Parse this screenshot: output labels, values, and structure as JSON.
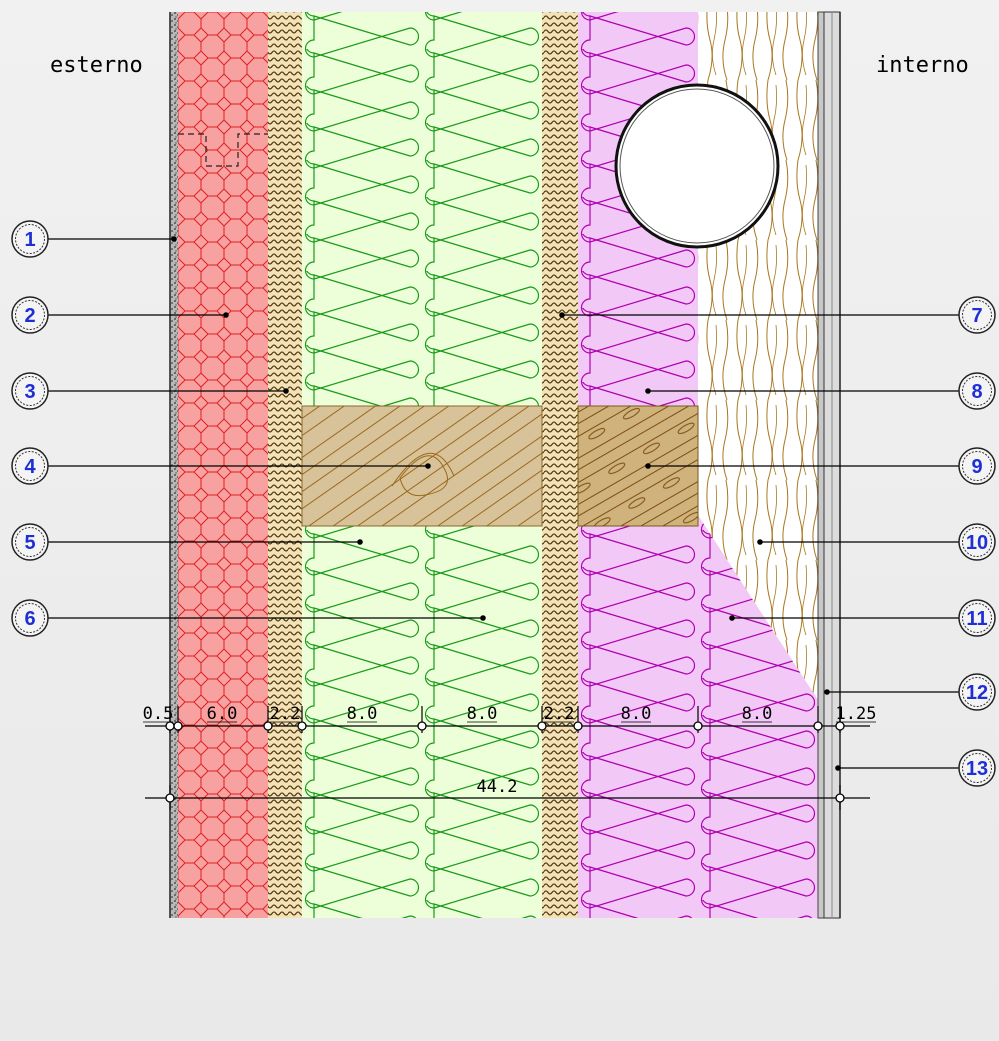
{
  "labels": {
    "exterior": "esterno",
    "interior": "interno"
  },
  "callouts": [
    "1",
    "2",
    "3",
    "4",
    "5",
    "6",
    "7",
    "8",
    "9",
    "10",
    "11",
    "12",
    "13"
  ],
  "dimensions": {
    "segments": [
      "0.5",
      "6.0",
      "2.2",
      "8.0",
      "8.0",
      "2.2",
      "8.0",
      "8.0",
      "1.25"
    ],
    "total": "44.2"
  },
  "colors": {
    "brick": "#f7a1a1",
    "brick_line": "#e02020",
    "fibre_board": "#f2e2b8",
    "fibre_line": "#5a3a10",
    "wood_fibre_insulation": "#ecffd9",
    "wood_fibre_line": "#1a9a1a",
    "timber": "#d8c29a",
    "timber_line": "#9a6a1a",
    "mineral_wool": "#f2c8f7",
    "mineral_wool_line": "#b000b0",
    "callout": "#1f2fd6"
  }
}
